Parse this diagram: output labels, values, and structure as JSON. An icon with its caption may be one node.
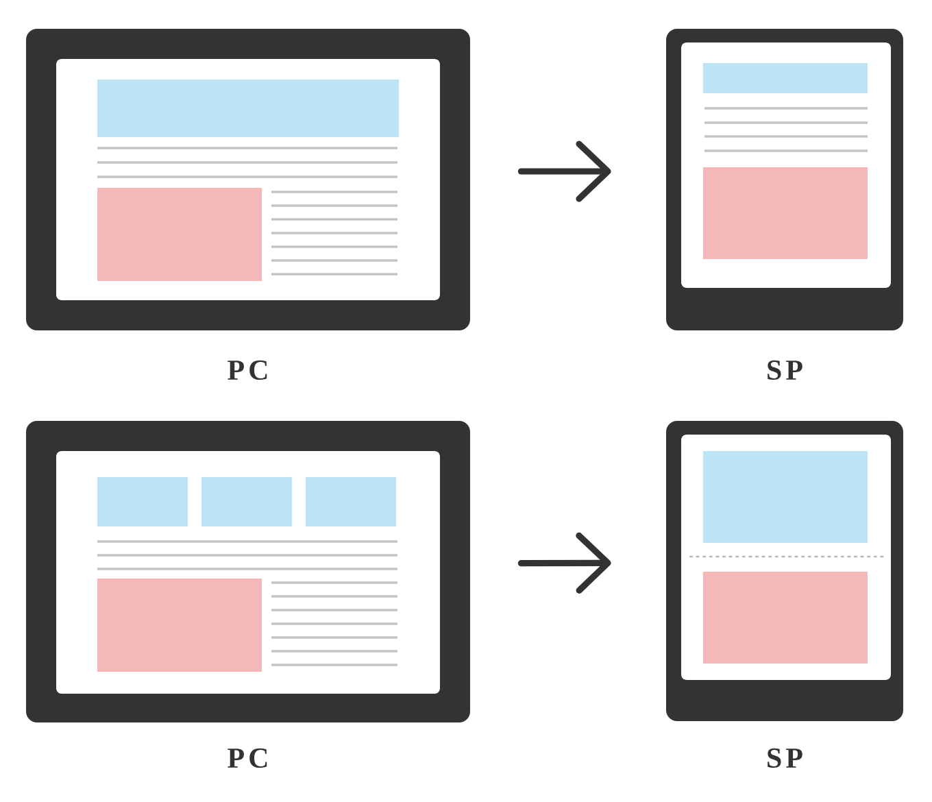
{
  "diagram": {
    "nodes": [
      {
        "text": [],
        "shape": "picture",
        "beside": [
          "PC"
        ]
      },
      {
        "text": [],
        "shape": "picture",
        "beside": [
          "SP"
        ]
      },
      {
        "text": [],
        "shape": "picture",
        "beside": [
          "PC"
        ]
      },
      {
        "text": [],
        "shape": "picture",
        "beside": [
          "SP"
        ]
      }
    ],
    "edges": [
      {
        "from": 0,
        "to": 1,
        "arrow": "to"
      },
      {
        "from": 2,
        "to": 3,
        "arrow": "to"
      }
    ]
  }
}
